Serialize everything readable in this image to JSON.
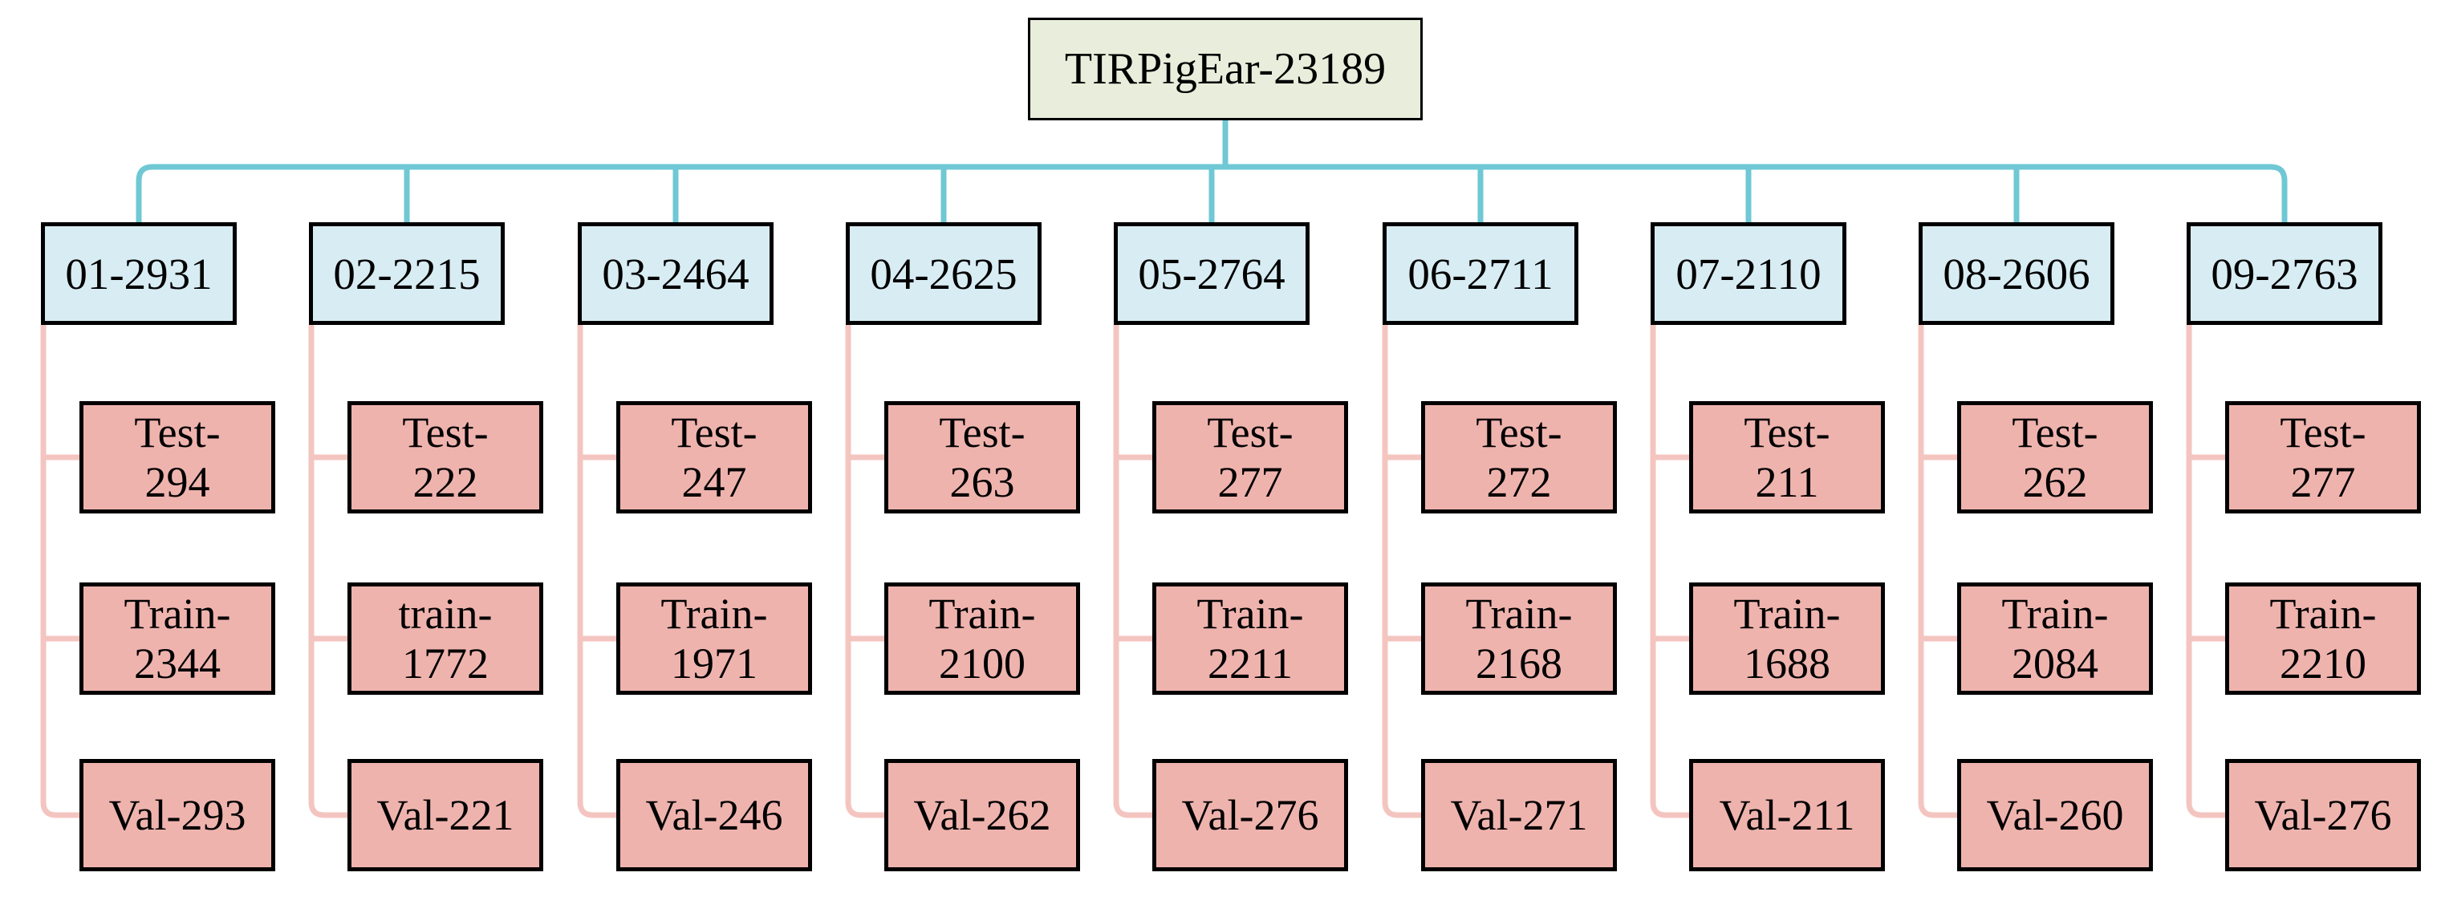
{
  "root": {
    "label": "TIRPigEar-23189"
  },
  "columns": [
    {
      "label": "01-2931",
      "test": {
        "line1": "Test-",
        "line2": "294"
      },
      "train": {
        "line1": "Train-",
        "line2": "2344"
      },
      "val": "Val-293"
    },
    {
      "label": "02-2215",
      "test": {
        "line1": "Test-",
        "line2": "222"
      },
      "train": {
        "line1": "train-",
        "line2": "1772"
      },
      "val": "Val-221"
    },
    {
      "label": "03-2464",
      "test": {
        "line1": "Test-",
        "line2": "247"
      },
      "train": {
        "line1": "Train-",
        "line2": "1971"
      },
      "val": "Val-246"
    },
    {
      "label": "04-2625",
      "test": {
        "line1": "Test-",
        "line2": "263"
      },
      "train": {
        "line1": "Train-",
        "line2": "2100"
      },
      "val": "Val-262"
    },
    {
      "label": "05-2764",
      "test": {
        "line1": "Test-",
        "line2": "277"
      },
      "train": {
        "line1": "Train-",
        "line2": "2211"
      },
      "val": "Val-276"
    },
    {
      "label": "06-2711",
      "test": {
        "line1": "Test-",
        "line2": "272"
      },
      "train": {
        "line1": "Train-",
        "line2": "2168"
      },
      "val": "Val-271"
    },
    {
      "label": "07-2110",
      "test": {
        "line1": "Test-",
        "line2": "211"
      },
      "train": {
        "line1": "Train-",
        "line2": "1688"
      },
      "val": "Val-211"
    },
    {
      "label": "08-2606",
      "test": {
        "line1": "Test-",
        "line2": "262"
      },
      "train": {
        "line1": "Train-",
        "line2": "2084"
      },
      "val": "Val-260"
    },
    {
      "label": "09-2763",
      "test": {
        "line1": "Test-",
        "line2": "277"
      },
      "train": {
        "line1": "Train-",
        "line2": "2210"
      },
      "val": "Val-276"
    }
  ],
  "colors": {
    "root_fill": "#e8eedb",
    "day_fill": "#d8ecf3",
    "split_fill": "#efb3ae",
    "teal_line": "#6fc8d4",
    "pink_line": "#f4c5c0",
    "border": "#000000"
  }
}
